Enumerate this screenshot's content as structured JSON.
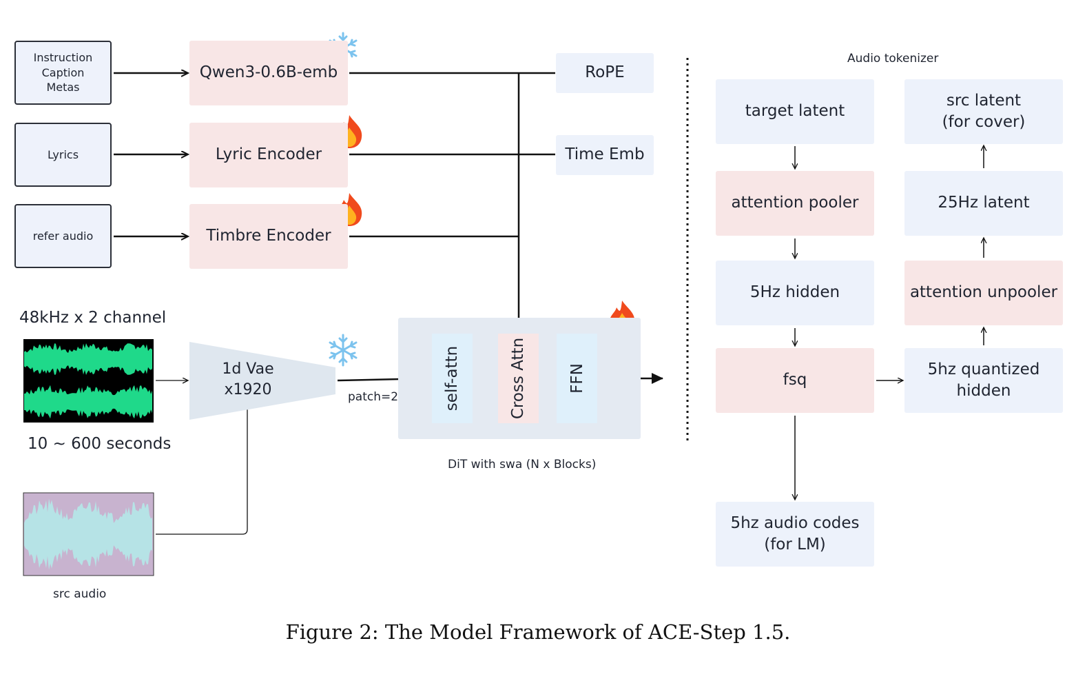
{
  "inputs": {
    "instruction": "Instruction\nCaption\nMetas",
    "lyrics": "Lyrics",
    "refer_audio": "refer audio"
  },
  "encoders": {
    "qwen": "Qwen3-0.6B-emb",
    "lyric": "Lyric Encoder",
    "timbre": "Timbre Encoder",
    "qwen_status": "frozen",
    "lyric_status": "trainable",
    "timbre_status": "trainable"
  },
  "conditions": {
    "rope": "RoPE",
    "time_emb": "Time Emb"
  },
  "audio": {
    "format_label": "48kHz x 2 channel",
    "duration_label": "10 ~ 600 seconds",
    "src_audio_label": "src audio",
    "wave_color": "#1fd98a",
    "src_wave_color": "#b6e3e6"
  },
  "vae": {
    "label": "1d Vae\nx1920",
    "status": "frozen",
    "patch_label": "patch=2"
  },
  "dit": {
    "self_attn": "self-attn",
    "cross_attn": "Cross Attn",
    "ffn": "FFN",
    "caption": "DiT with swa (N x Blocks)",
    "status": "trainable"
  },
  "tokenizer": {
    "title": "Audio tokenizer",
    "target_latent": "target latent",
    "attention_pooler": "attention pooler",
    "hidden_5hz": "5Hz hidden",
    "fsq": "fsq",
    "audio_codes": "5hz audio codes\n(for LM)",
    "quantized_hidden": "5hz quantized\nhidden",
    "attention_unpooler": "attention unpooler",
    "latent_25hz": "25Hz latent",
    "src_latent": "src latent\n(for cover)"
  },
  "figure_caption": "Figure 2: The Model Framework of ACE-Step 1.5.",
  "colors": {
    "input_fill": "#eef2fb",
    "pink_fill": "#f8e6e6",
    "blue_fill": "#edf2fb",
    "dit_fill": "#e4eaf2",
    "self_attn_fill": "#dff0fb",
    "ffn_fill": "#dff0fb"
  }
}
